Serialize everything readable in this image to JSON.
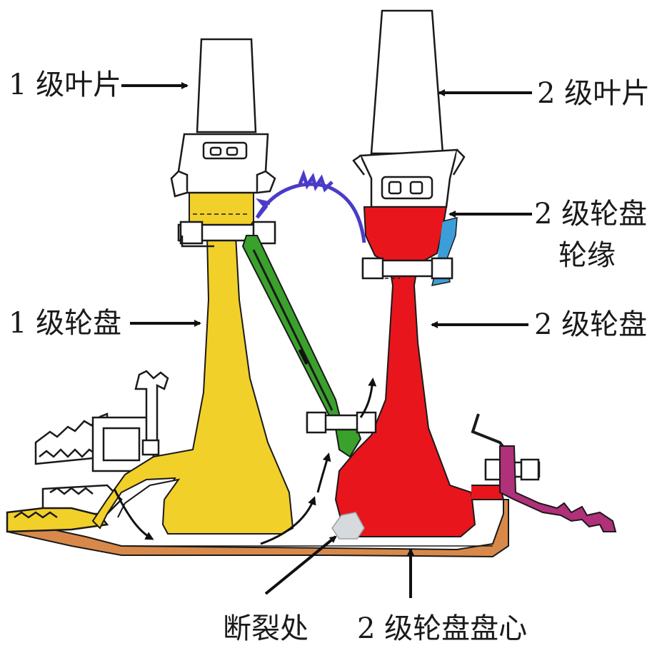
{
  "labels": {
    "stage1_blade": "1 级叶片",
    "stage2_blade": "2 级叶片",
    "stage2_rim_line1": "2 级轮盘",
    "stage2_rim_line2": "轮缘",
    "stage1_disk": "1 级轮盘",
    "stage2_disk": "2 级轮盘",
    "fracture": "断裂处",
    "stage2_bore": "2 级轮盘盘心"
  },
  "colors": {
    "stage1_disk": "#f2d02a",
    "stage2_disk": "#e8161c",
    "spacer_arm": "#3aa12c",
    "seal_purple": "#4a3cc8",
    "seal_blue": "#3c9ed8",
    "shaft": "#d8894a",
    "rear_flange": "#b0307a",
    "fracture": "#d7dadd",
    "line": "#1a1a1a"
  }
}
